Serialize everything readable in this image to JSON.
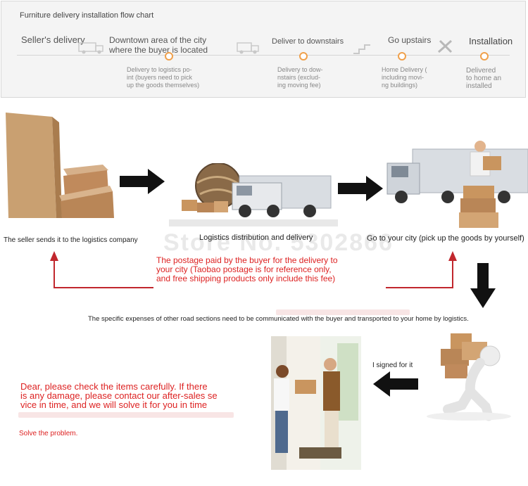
{
  "flow": {
    "title": "Furniture delivery installation flow chart",
    "stages": {
      "seller": "Seller's delivery",
      "downtown": "Downtown area of the city where the buyer is located",
      "downstairs": "Deliver to downstairs",
      "upstairs": "Go upstairs",
      "installation": "Installation"
    },
    "descriptions": {
      "logistics": [
        "Delivery to logistics po-",
        "int (buyers need to pick",
        "up the goods themselves)"
      ],
      "downstairs": [
        "Delivery to dow-",
        "nstairs (exclud-",
        "ing moving fee)"
      ],
      "home": [
        "Home Delivery (",
        "including movi-",
        "ng buildings)"
      ],
      "install": [
        "Delivered",
        "to home an",
        "installed"
      ]
    }
  },
  "steps": {
    "seller_caption": "The seller sends it to the logistics company",
    "logistics_caption": "Logistics distribution and delivery",
    "city_caption": "Go to your city (pick up the goods by yourself)"
  },
  "watermark": "Store No. 5302866",
  "postage_note": [
    "The postage paid by the buyer for the delivery to",
    "your city (Taobao postage is for reference only,",
    "and free shipping products only include this fee)"
  ],
  "expenses_note": "The specific expenses of other road sections need to be communicated with the buyer and transported to your home by logistics.",
  "signed_caption": "I signed for it",
  "check_note": [
    "Dear, please check the items carefully. If there",
    "is any damage, please contact our after-sales se",
    "vice in time, and we will solve it for you in time"
  ],
  "solve_caption": "Solve the problem.",
  "colors": {
    "accent": "#f0a04b",
    "red": "#c1272d",
    "box": "#c99a6b",
    "truck": "#d9dde2"
  }
}
